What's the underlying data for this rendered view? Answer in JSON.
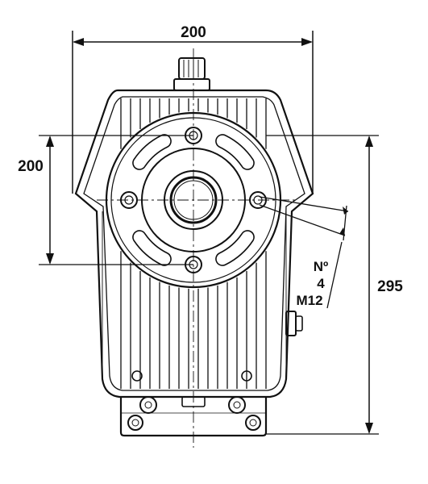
{
  "dimensions": {
    "top_width": "200",
    "left_height": "200",
    "right_height": "295"
  },
  "bolt_note": {
    "line1": "Nº",
    "line2": "4",
    "line3": "M12"
  },
  "colors": {
    "ink": "#111111",
    "paper": "#ffffff"
  }
}
